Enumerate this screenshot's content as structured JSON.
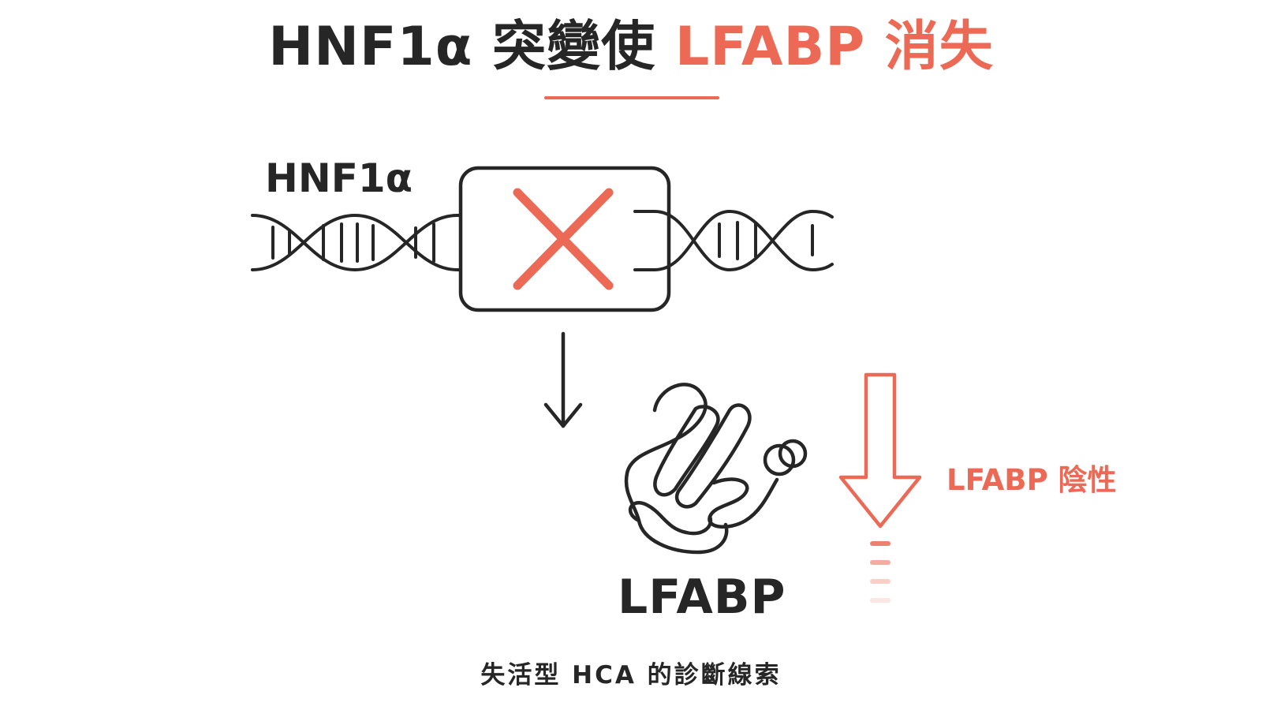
{
  "title": {
    "part1": "HNF1α 突變使",
    "part2": "LFABP 消失"
  },
  "gene_label": "HNF1α",
  "protein_label": "LFABP",
  "negative_label": "LFABP 陰性",
  "caption": "失活型 HCA 的診斷線索",
  "colors": {
    "accent": "#ec6a55",
    "ink": "#262626"
  }
}
